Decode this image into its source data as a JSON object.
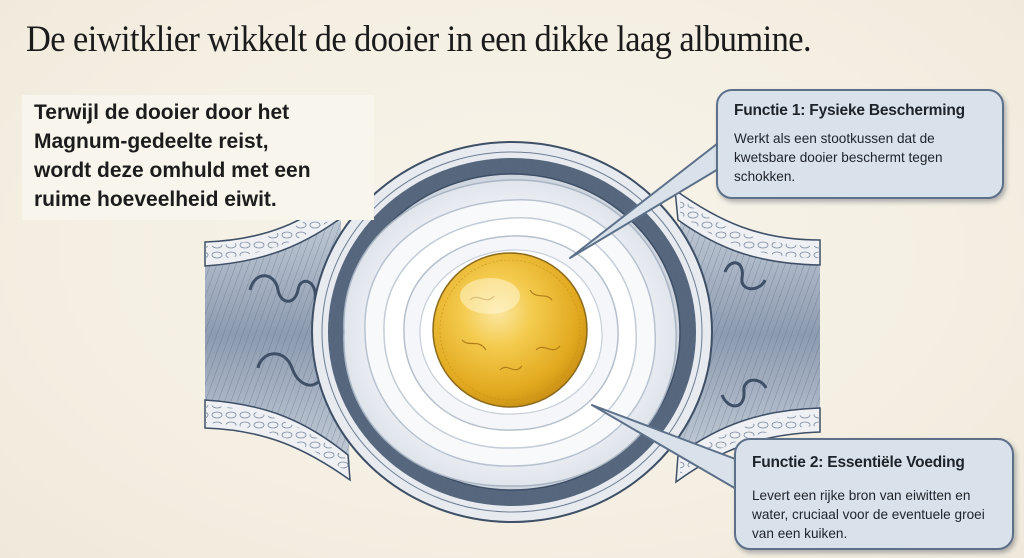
{
  "title": "De eiwitklier wikkelt de dooier in een dikke laag albumine.",
  "intro": {
    "line1": "Terwijl de dooier door het",
    "line2": "Magnum-gedeelte reist,",
    "line3": "wordt deze omhuld met een",
    "line4": "ruime hoeveelheid eiwit."
  },
  "callouts": [
    {
      "title": "Functie 1: Fysieke Bescherming",
      "text": "Werkt als een stootkussen dat de kwetsbare dooier beschermt tegen schokken."
    },
    {
      "title": "Functie 2: Essentiële Voeding",
      "text": "Levert een rijke bron van eiwitten en water, cruciaal voor de eventuele groei van een kuiken."
    }
  ],
  "colors": {
    "background": "#f6f1e6",
    "callout_fill": "#d9e1ea",
    "callout_border": "#5d7089",
    "yolk": "#f0bc2e",
    "tissue_dark": "#3e4f66",
    "albumen": "#eef1f5"
  }
}
